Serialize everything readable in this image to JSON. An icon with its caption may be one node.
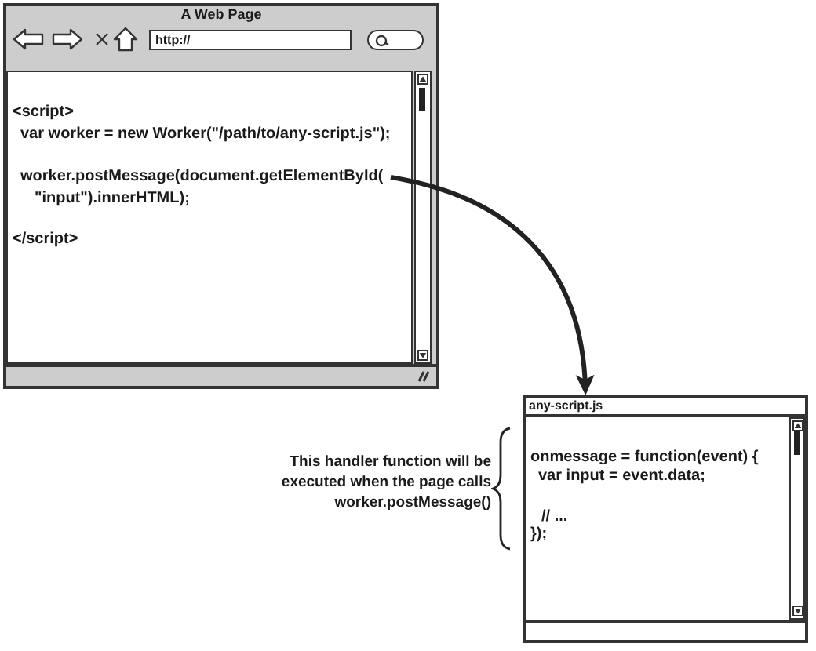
{
  "diagram": {
    "nodes": [
      {
        "text": [
          "A Web Page"
        ]
      },
      {
        "text": [
          "http://"
        ],
        "in": 0
      },
      {
        "text": [
          "<script>",
          "var worker = new Worker(\"/path/to/any-script.js\");",
          "</script>"
        ],
        "in": 0
      },
      {
        "text": [
          "worker.postMessage(document.getElementById( \"input\").innerHTML);"
        ],
        "in": 2
      },
      {
        "text": [
          "any-script.js"
        ]
      },
      {
        "text": [
          "onmessage = function(event) {",
          "var input = event.data;",
          "// ...",
          "});"
        ],
        "in": 4,
        "beside": [
          "This handler function will be executed when the page calls worker.postMessage()"
        ]
      }
    ],
    "edges": [
      {
        "from": 3,
        "to": 4,
        "arrow": "to"
      }
    ]
  }
}
